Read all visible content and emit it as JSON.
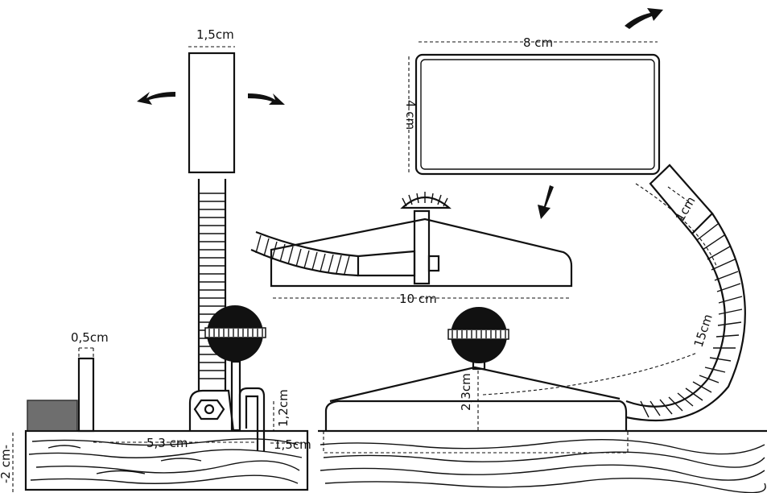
{
  "labels": {
    "clip_width": "1,5cm",
    "stem_width": "0,5cm",
    "base_length": "5,3 cm",
    "clip_height": "1,2cm",
    "clip_offset": "1,5cm",
    "board_thickness": "-2 cm-",
    "mirror_width": "8 cm",
    "mirror_height": "4 cm",
    "hose_collar": "1cm",
    "base_width": "10 cm",
    "mount_height": "2,3cm",
    "hose_length": "15cm"
  },
  "colors": {
    "ink": "#111111",
    "paper": "#ffffff"
  }
}
